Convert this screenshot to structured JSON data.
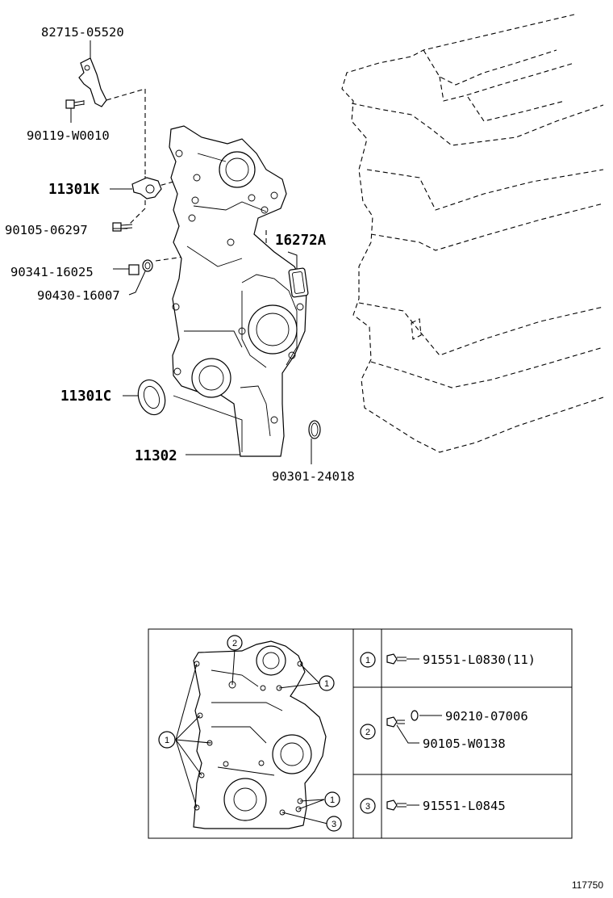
{
  "labels": {
    "p82715": "82715-05520",
    "p90119": "90119-W0010",
    "p11301k": "11301K",
    "p90105a": "90105-06297",
    "p16272a": "16272A",
    "p90341": "90341-16025",
    "p90430": "90430-16007",
    "p11301c": "11301C",
    "p11302": "11302",
    "p90301": "90301-24018"
  },
  "detail": {
    "callouts": {
      "one": "1",
      "two": "2",
      "three": "3"
    },
    "rows": [
      {
        "num": "1",
        "parts": [
          "91551-L0830(11)"
        ]
      },
      {
        "num": "2",
        "parts": [
          "90210-07006",
          "90105-W0138"
        ]
      },
      {
        "num": "3",
        "parts": [
          "91551-L0845"
        ]
      }
    ]
  },
  "figure_number": "117750"
}
